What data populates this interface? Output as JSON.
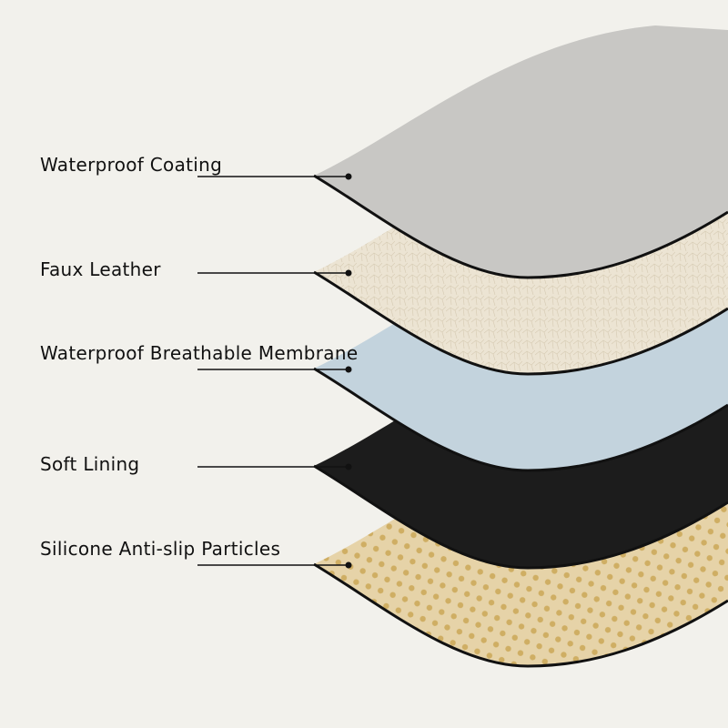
{
  "layers": [
    {
      "label": "Waterproof Coating",
      "color": "#c8c7c4"
    },
    {
      "label": "Faux Leather",
      "color": "#ece4d3"
    },
    {
      "label": "Waterproof Breathable Membrane",
      "color": "#c3d3dd"
    },
    {
      "label": "Soft Lining",
      "color": "#1c1c1c"
    },
    {
      "label": "Silicone Anti-slip Particles",
      "color": "#e6d3a8"
    }
  ],
  "accent_line_color": "#111111"
}
